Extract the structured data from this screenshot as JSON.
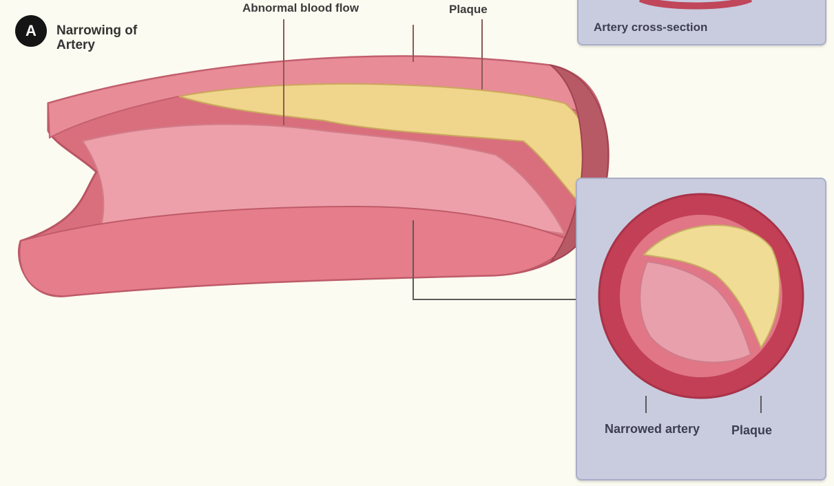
{
  "figure": {
    "badge": "A",
    "heading": "Narrowing of Artery",
    "labels": {
      "top_left": "Abnormal blood flow",
      "top_right": "Plaque",
      "inset_top_caption": "Artery cross-section",
      "inset_left": "Narrowed artery",
      "inset_right": "Plaque"
    }
  },
  "colors": {
    "background": "#fbfbf1",
    "vessel_wall": "#e07786",
    "vessel_lumen": "#f2a3ad",
    "plaque": "#f0d58c",
    "inset_bg": "#c9ccdf"
  }
}
